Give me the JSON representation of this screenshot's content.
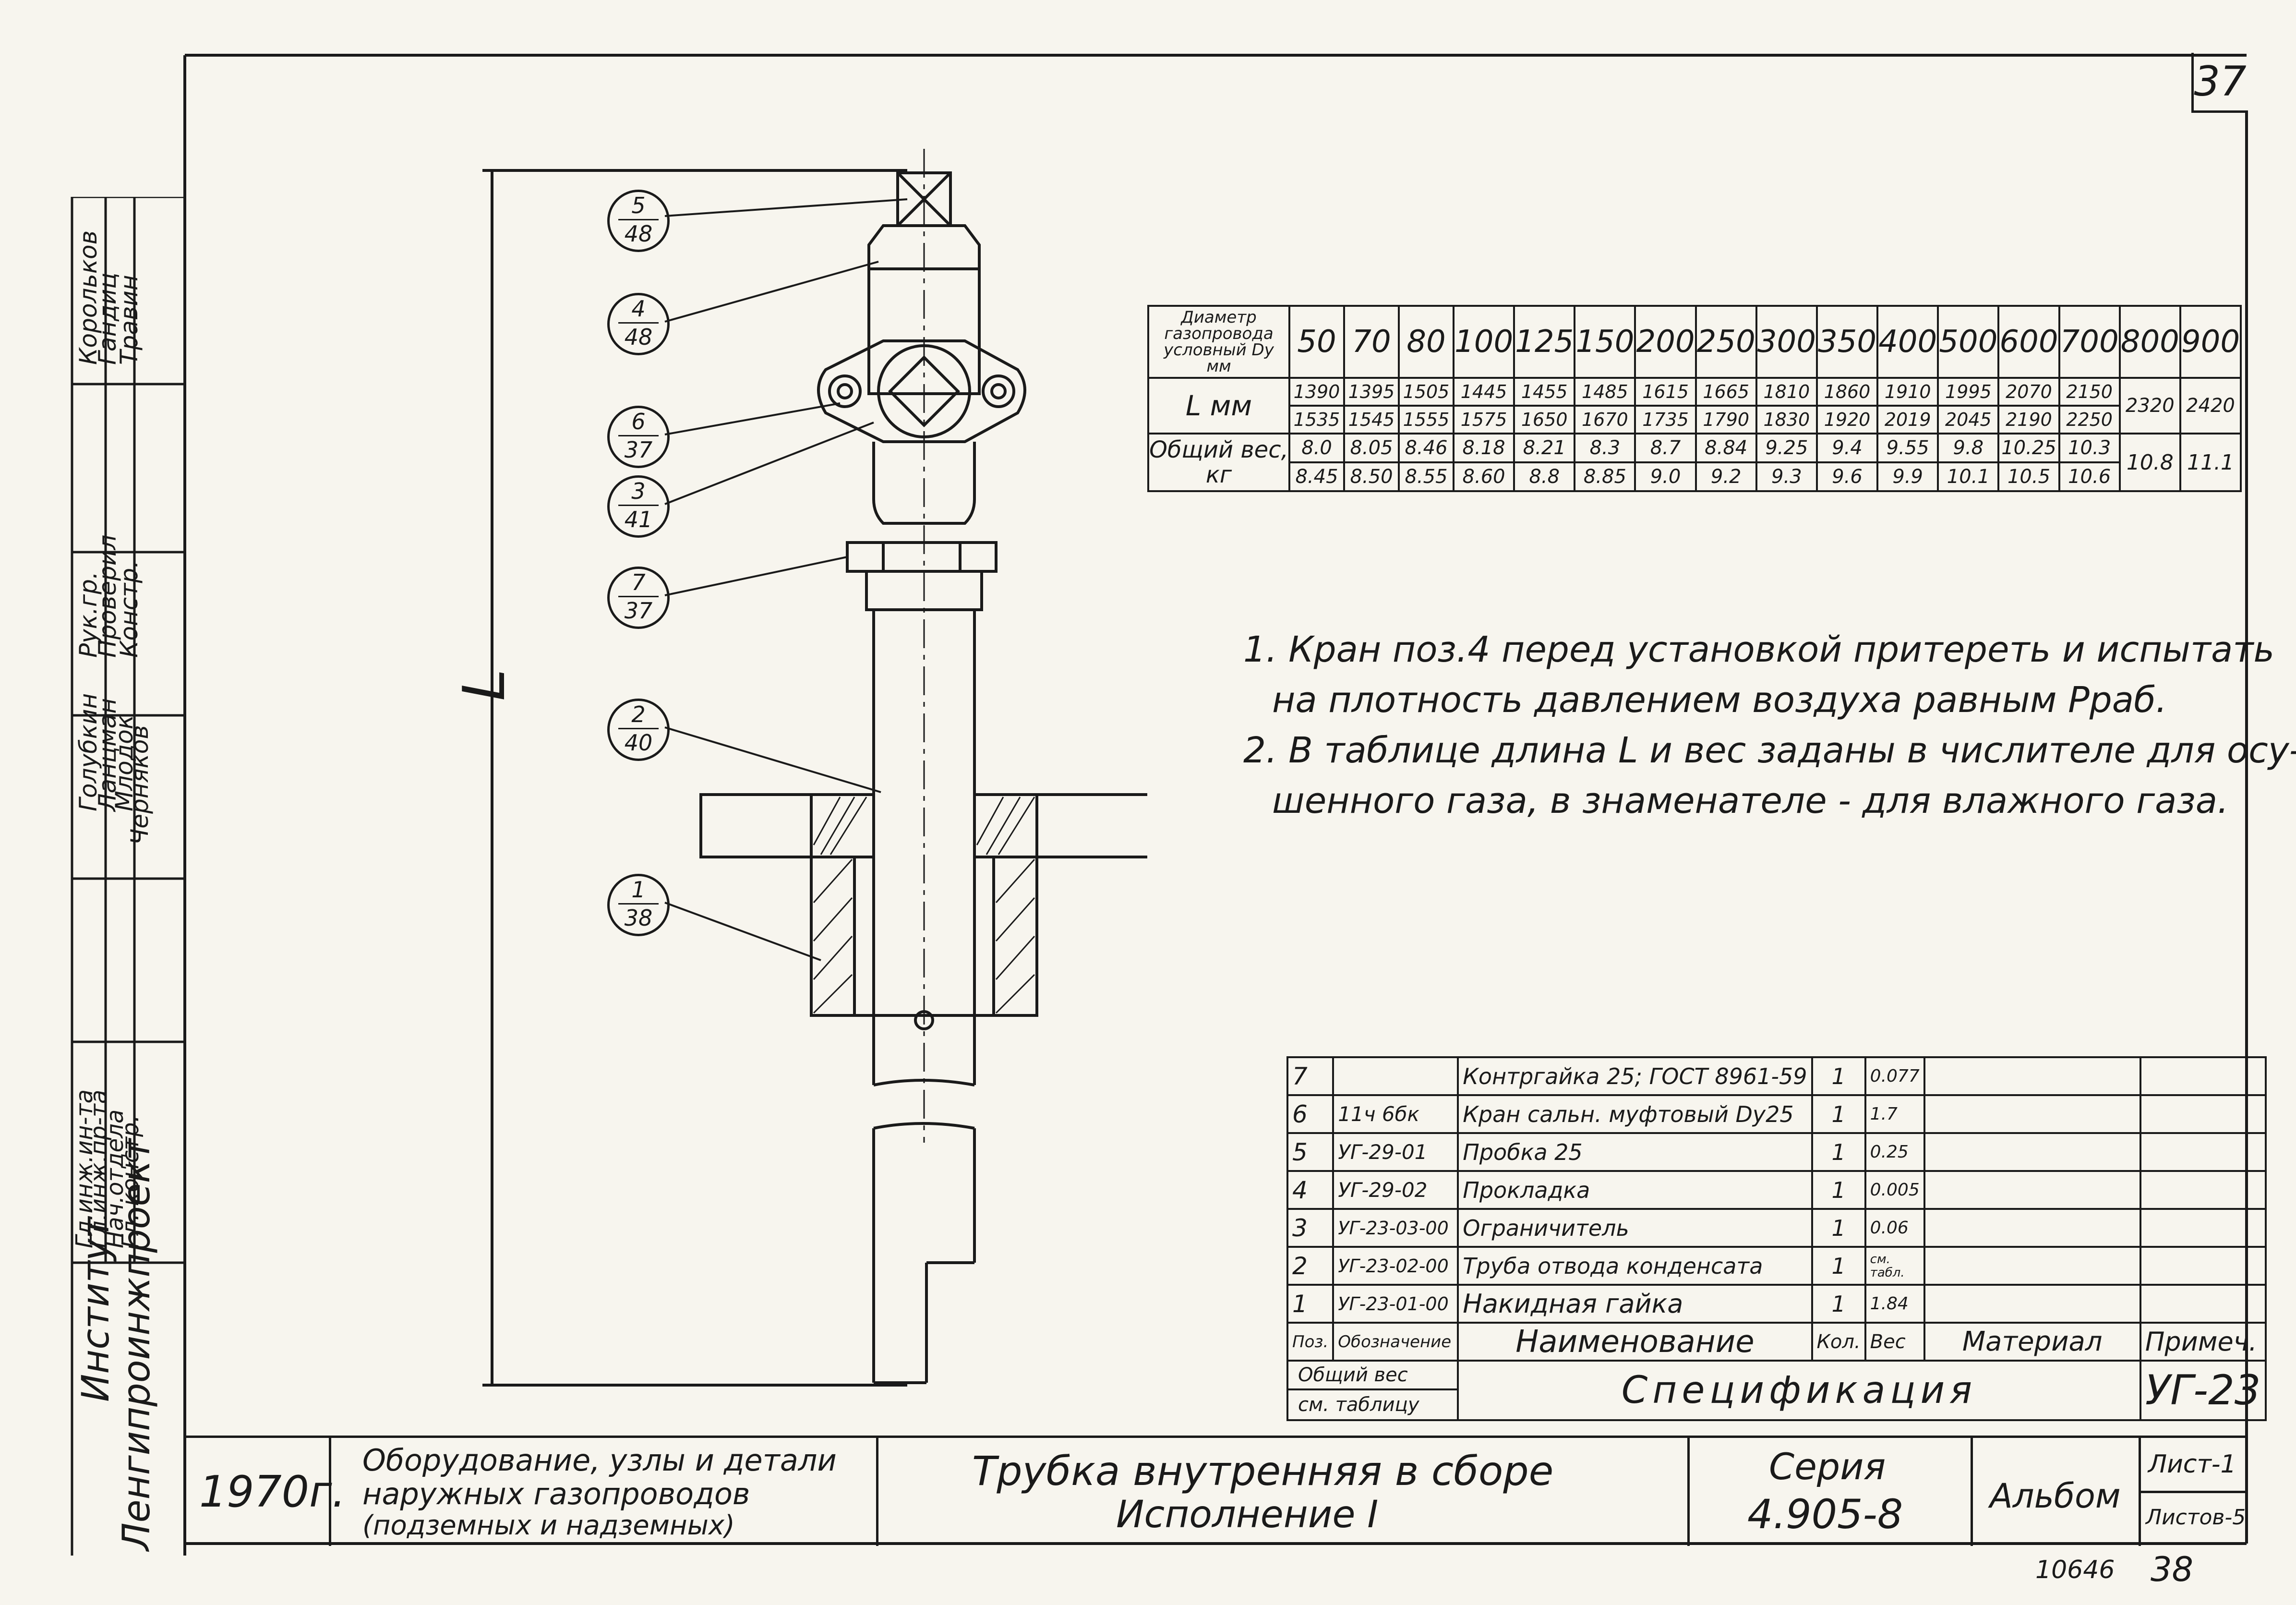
{
  "page_number": "37",
  "bottom_numbers": [
    "10646",
    "38"
  ],
  "institute": {
    "label": "Институт",
    "name": "Ленгипроинжпроект"
  },
  "stamp": {
    "positions": [
      "Гл.инж.ин-та",
      "Гл.инж.пр-та",
      "Нач.отдела",
      "Гл. констр."
    ],
    "signatures": [
      "",
      "",
      "",
      ""
    ],
    "names_col1": [
      "Голубкин",
      "Ланцман",
      "Млодок",
      "Черняков"
    ],
    "roles_col": [
      "Рук.гр.",
      "Проверил",
      "Констр."
    ],
    "names_col2": [
      "Корольков",
      "Гандиц",
      "Травин"
    ]
  },
  "drawing": {
    "length_label": "L",
    "callouts": [
      {
        "top": "5",
        "bottom": "48"
      },
      {
        "top": "4",
        "bottom": "48"
      },
      {
        "top": "6",
        "bottom": "37"
      },
      {
        "top": "3",
        "bottom": "41"
      },
      {
        "top": "7",
        "bottom": "37"
      },
      {
        "top": "2",
        "bottom": "40"
      },
      {
        "top": "1",
        "bottom": "38"
      }
    ]
  },
  "dim_table": {
    "header_label": "Диаметр газопровода условный Dу мм",
    "diameters": [
      "50",
      "70",
      "80",
      "100",
      "125",
      "150",
      "200",
      "250",
      "300",
      "350",
      "400",
      "500",
      "600",
      "700",
      "800",
      "900"
    ],
    "L_label": "L  мм",
    "L_dry": [
      "1390",
      "1395",
      "1505",
      "1445",
      "1455",
      "1485",
      "1615",
      "1665",
      "1810",
      "1860",
      "1910",
      "1995",
      "2070",
      "2150"
    ],
    "L_wet": [
      "1535",
      "1545",
      "1555",
      "1575",
      "1650",
      "1670",
      "1735",
      "1790",
      "1830",
      "1920",
      "2019",
      "2045",
      "2190",
      "2250"
    ],
    "L_merged": [
      "2320",
      "2420"
    ],
    "W_label": "Общий вес, кг",
    "W_dry": [
      "8.0",
      "8.05",
      "8.46",
      "8.18",
      "8.21",
      "8.3",
      "8.7",
      "8.84",
      "9.25",
      "9.4",
      "9.55",
      "9.8",
      "10.25",
      "10.3"
    ],
    "W_wet": [
      "8.45",
      "8.50",
      "8.55",
      "8.60",
      "8.8",
      "8.85",
      "9.0",
      "9.2",
      "9.3",
      "9.6",
      "9.9",
      "10.1",
      "10.5",
      "10.6"
    ],
    "W_merged": [
      "10.8",
      "11.1"
    ]
  },
  "notes": [
    "1. Кран поз.4 перед установкой притереть и испытать",
    "на плотность давлением воздуха равным Pраб.",
    "2. В таблице длина L и вес заданы в числителе для осу-",
    "шенного газа, в знаменателе - для влажного газа."
  ],
  "spec": {
    "rows": [
      {
        "pos": "7",
        "code": "",
        "name": "Контргайка 25; ГОСТ 8961-59",
        "qty": "1",
        "weight": "0.077"
      },
      {
        "pos": "6",
        "code": "11ч 6бк",
        "name": "Кран сальн. муфтовый Dу25",
        "qty": "1",
        "weight": "1.7"
      },
      {
        "pos": "5",
        "code": "УГ-29-01",
        "name": "Пробка 25",
        "qty": "1",
        "weight": "0.25"
      },
      {
        "pos": "4",
        "code": "УГ-29-02",
        "name": "Прокладка",
        "qty": "1",
        "weight": "0.005"
      },
      {
        "pos": "3",
        "code": "УГ-23-03-00",
        "name": "Ограничитель",
        "qty": "1",
        "weight": "0.06"
      },
      {
        "pos": "2",
        "code": "УГ-23-02-00",
        "name": "Труба отвода конденсата",
        "qty": "1",
        "weight": "см. табл."
      },
      {
        "pos": "1",
        "code": "УГ-23-01-00",
        "name": "Накидная гайка",
        "qty": "1",
        "weight": "1.84"
      }
    ],
    "header": {
      "pos": "Поз.",
      "code": "Обозначение",
      "name": "Наименование",
      "qty": "Кол.",
      "weight": "Вес",
      "material": "Материал",
      "note": "Примеч."
    },
    "total_weight": "Общий вес",
    "see_table": "см. таблицу",
    "title": "Спецификация",
    "code": "УГ-23"
  },
  "title_block": {
    "year": "1970г.",
    "subject_lines": [
      "Оборудование, узлы и детали",
      "наружных газопроводов",
      "(подземных и надземных)"
    ],
    "drawing_title": [
      "Трубка внутренняя в сборе",
      "Исполнение I"
    ],
    "series_label": "Серия",
    "series_value": "4.905-8",
    "album": "Альбом",
    "sheet": "Лист-1",
    "sheets": "Листов-5"
  }
}
